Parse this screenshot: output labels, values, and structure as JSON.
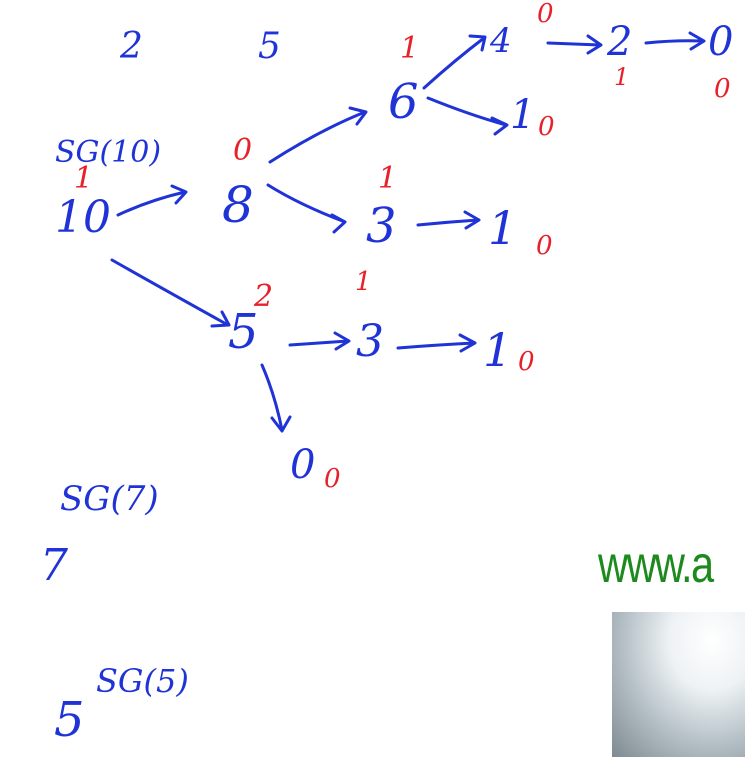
{
  "diagram": {
    "header_numbers": [
      "2",
      "5"
    ],
    "sg10": {
      "label": "SG(10)",
      "root": "10",
      "root_grundy": "1"
    },
    "nodes": {
      "n8": {
        "value": "8",
        "grundy": "0"
      },
      "n6": {
        "value": "6",
        "grundy": "1"
      },
      "n4": {
        "value": "4",
        "grundy": "0"
      },
      "n2": {
        "value": "2",
        "grundy": "1"
      },
      "n0a": {
        "value": "0",
        "grundy": "0"
      },
      "n1a": {
        "value": "1",
        "grundy": "0"
      },
      "n3a": {
        "value": "3",
        "grundy": "1"
      },
      "n1b": {
        "value": "1",
        "grundy": "0"
      },
      "n5": {
        "value": "5",
        "grundy": "2"
      },
      "n3b": {
        "value": "3",
        "grundy": "1"
      },
      "n1c": {
        "value": "1",
        "grundy": "0"
      },
      "n0b": {
        "value": "0",
        "grundy": "0"
      }
    },
    "sg7": {
      "label": "SG(7)",
      "value": "7"
    },
    "sg5": {
      "label": "SG(5)",
      "value": "5"
    }
  },
  "watermark": {
    "text": "www.a"
  },
  "colors": {
    "ink": "#1f33d6",
    "annotation": "#e8202a",
    "watermark": "#1e8a1e"
  }
}
